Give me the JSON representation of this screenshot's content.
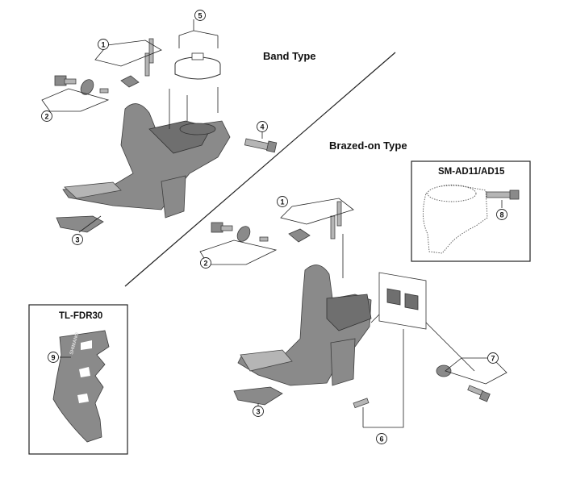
{
  "labels": {
    "band_type": "Band Type",
    "brazed_on_type": "Brazed-on Type",
    "sm_ad": "SM-AD11/AD15",
    "tl_fdr": "TL-FDR30",
    "tool_engraving": "SHIMANO"
  },
  "callouts": {
    "c1a": "1",
    "c2a": "2",
    "c3a": "3",
    "c4": "4",
    "c5": "5",
    "c1b": "1",
    "c2b": "2",
    "c3b": "3",
    "c6": "6",
    "c7": "7",
    "c8": "8",
    "c9": "9"
  }
}
